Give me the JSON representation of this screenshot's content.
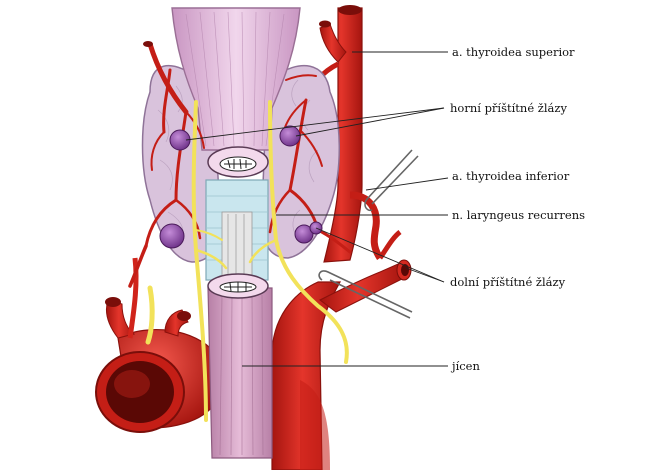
{
  "colors": {
    "artery": "#d8271e",
    "artery_dark": "#9c1410",
    "artery_light": "#f0645a",
    "thyroid": "#d9c3dc",
    "thyroid_edge": "#9a7da3",
    "parathyroid": "#8e4fa6",
    "trachea": "#eacde6",
    "cartilage": "#c9e6ee",
    "nerve": "#f2e25a",
    "esophagus": "#d8a6c6"
  },
  "labels": {
    "sup_artery": "a. thyroidea superior",
    "upper_glands": "horní příštítné žlázy",
    "inf_artery": "a. thyroidea inferior",
    "nerve": "n. laryngeus recurrens",
    "lower_glands": "dolní příštítné žlázy",
    "esophagus": "jícen"
  }
}
